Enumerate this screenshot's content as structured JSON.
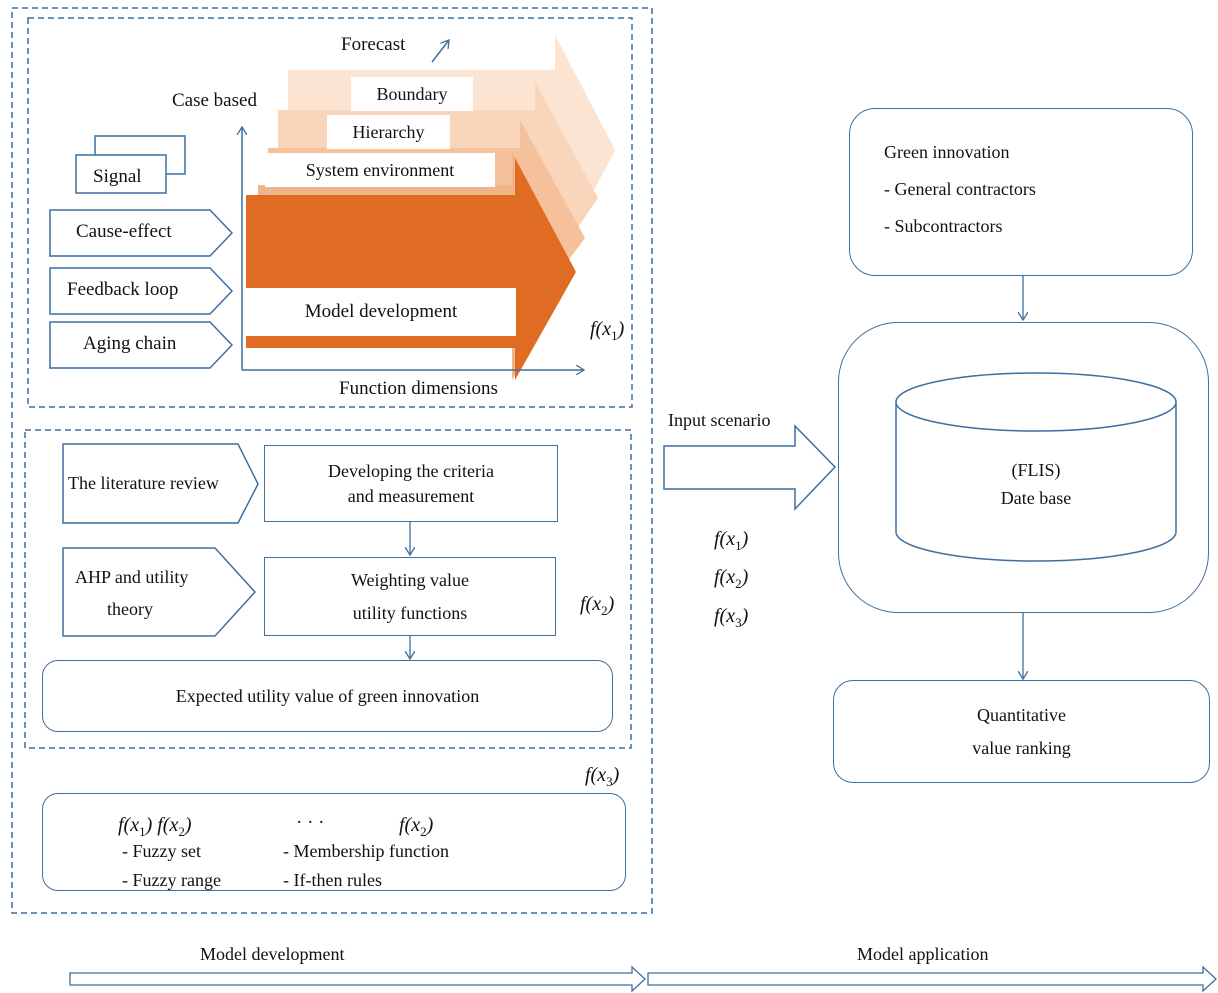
{
  "top_panel": {
    "forecast": "Forecast",
    "case_based": "Case based",
    "boundary": "Boundary",
    "hierarchy": "Hierarchy",
    "system_environment": "System environment",
    "model_development": "Model development",
    "signal": "Signal",
    "cause_effect": "Cause-effect",
    "feedback_loop": "Feedback loop",
    "aging_chain": "Aging chain",
    "function_dimensions": "Function dimensions",
    "fx1_base": "f(x",
    "fx1_sub": "1",
    "fx1_close": ")"
  },
  "middle_panel": {
    "literature_review": "The literature review",
    "criteria_line1": "Developing the criteria",
    "criteria_line2": "and measurement",
    "ahp_line1": "AHP and utility",
    "ahp_line2": "theory",
    "weighting_line1": "Weighting value",
    "weighting_line2": "utility functions",
    "expected_utility": "Expected utility value of green innovation",
    "fx2_base": "f(x",
    "fx2_sub": "2",
    "fx2_close": ")"
  },
  "bottom_panel": {
    "fx3_base": "f(x",
    "fx3_sub": "3",
    "fx3_close": ")",
    "fx1_a": "f(x",
    "fx1_a_sub": "1",
    "fx2_a": ") f(x",
    "fx2_a_sub": "2",
    "fx2_a_close": ")",
    "ellipsis": "· · ·",
    "fx2_b": "f(x",
    "fx2_b_sub": "2",
    "fx2_b_close": ")",
    "fuzzy_set": "- Fuzzy set",
    "fuzzy_range": "- Fuzzy range",
    "membership": "- Membership function",
    "if_then": "- If-then rules"
  },
  "center": {
    "input_scenario": "Input scenario",
    "f1": "f(x",
    "f1_sub": "1",
    "f1_close": ")",
    "f2": "f(x",
    "f2_sub": "2",
    "f2_close": ")",
    "f3": "f(x",
    "f3_sub": "3",
    "f3_close": ")"
  },
  "right_panel": {
    "green_innovation": "Green innovation",
    "general_contractors": "- General contractors",
    "subcontractors": "- Subcontractors",
    "flis": "(FLIS)",
    "date_base": "Date base",
    "quant_line1": "Quantitative",
    "quant_line2": "value ranking"
  },
  "footer": {
    "model_development": "Model development",
    "model_application": "Model application"
  },
  "colors": {
    "line": "#3f6f9e",
    "orange_dark": "#e06b22",
    "orange_mid": "#f4c19b",
    "orange_light": "#f8d5bb",
    "orange_pale": "#fbe4d2"
  }
}
